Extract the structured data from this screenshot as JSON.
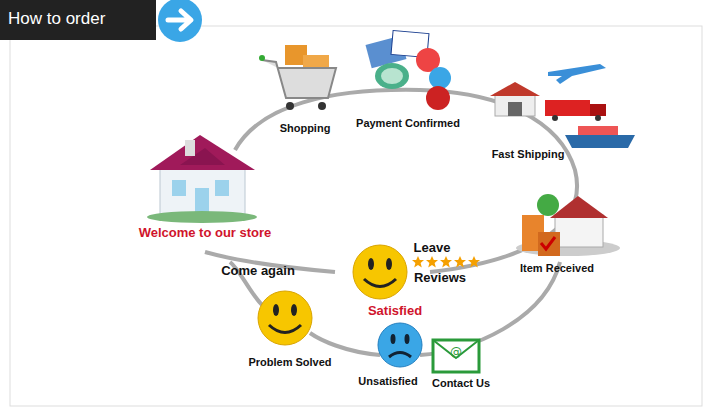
{
  "diagram": {
    "title": "How to order",
    "labels": [
      "Shopping",
      "Payment Confirmed",
      "Fast Shipping",
      "Item Received",
      "Welcome to our store",
      "Come again",
      "Leave",
      "Reviews",
      "Satisfied",
      "Problem Solved",
      "Unsatisfied",
      "Contact Us"
    ]
  }
}
